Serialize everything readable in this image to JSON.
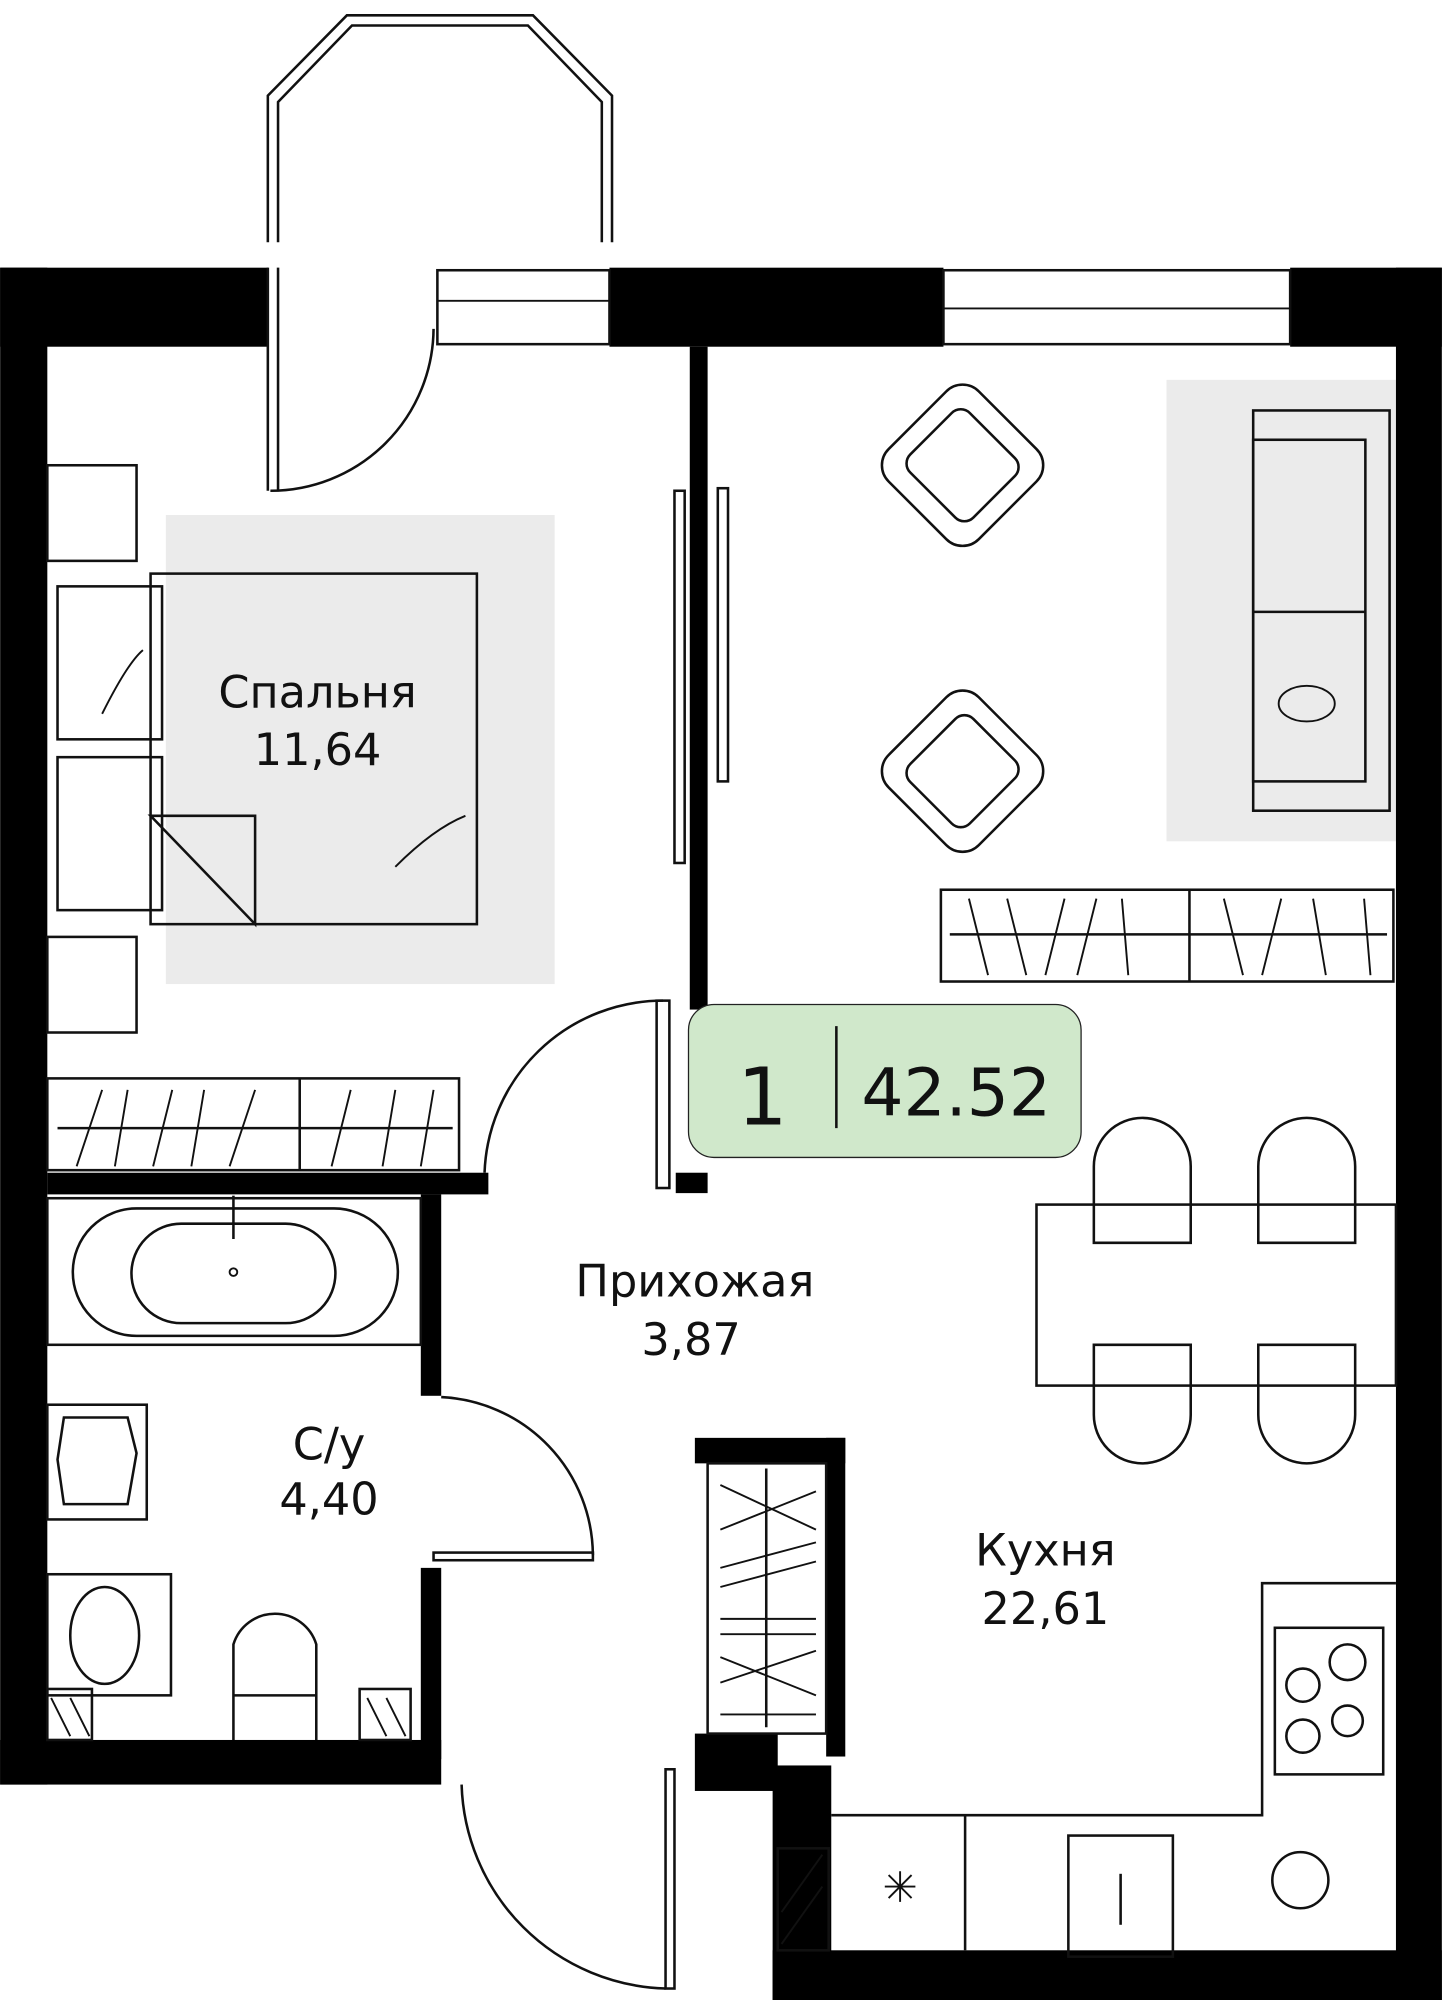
{
  "plan": {
    "rooms": [
      {
        "name": "Спальня",
        "area": "11,64"
      },
      {
        "name": "Прихожая",
        "area": "3,87"
      },
      {
        "name": "С/у",
        "area": "4,40"
      },
      {
        "name": "Кухня",
        "area": "22,61"
      }
    ],
    "badge": {
      "rooms_count": "1",
      "total_area": "42.52",
      "color": "#d0e8cb"
    }
  }
}
